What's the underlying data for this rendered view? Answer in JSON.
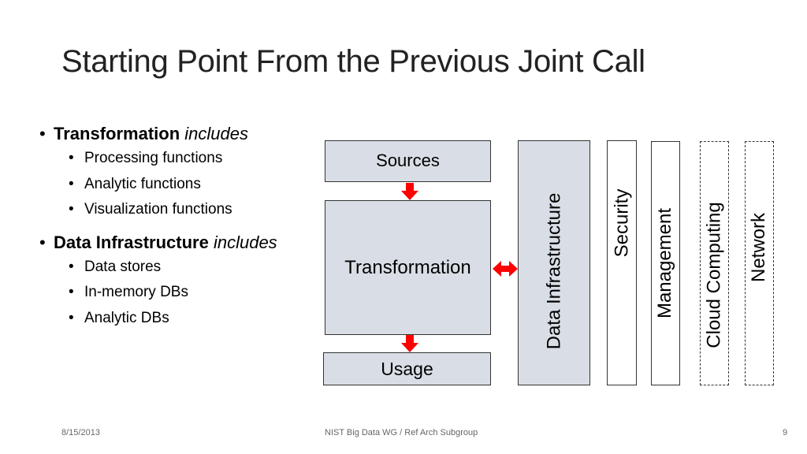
{
  "title": "Starting Point From the Previous Joint Call",
  "bullets": [
    {
      "bold": "Transformation",
      "italic": "includes",
      "items": [
        "Processing functions",
        "Analytic functions",
        "Visualization functions"
      ]
    },
    {
      "bold": "Data Infrastructure",
      "italic": "includes",
      "items": [
        "Data stores",
        "In-memory DBs",
        "Analytic DBs"
      ]
    }
  ],
  "diagram": {
    "sources": "Sources",
    "transformation": "Transformation",
    "usage": "Usage",
    "data_infrastructure": "Data Infrastructure",
    "security": "Security",
    "management": "Management",
    "cloud_computing": "Cloud Computing",
    "network": "Network",
    "colors": {
      "box_fill": "#d9dee6",
      "arrow": "#ff0000",
      "border": "#333333"
    }
  },
  "footer": {
    "date": "8/15/2013",
    "center": "NIST Big Data WG / Ref Arch Subgroup",
    "page": "9"
  }
}
